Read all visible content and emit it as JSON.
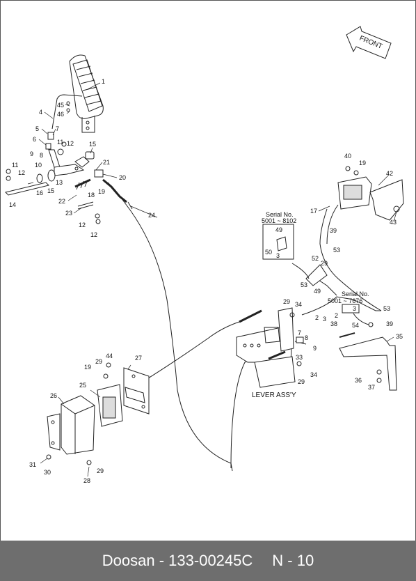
{
  "diagram": {
    "front_label": "FRONT",
    "lever_assy_label": "LEVER ASS'Y",
    "inset_1": {
      "serial_heading": "Serial No.",
      "serial_range": "5001 ~ 8102",
      "parts": [
        "49",
        "50",
        "3"
      ]
    },
    "inset_2": {
      "serial_heading": "Serial No.",
      "serial_range": "5001 ~ 7676",
      "parts": [
        "3"
      ]
    },
    "callouts": [
      {
        "id": "c1",
        "label": "1"
      },
      {
        "id": "c4",
        "label": "4"
      },
      {
        "id": "c45",
        "label": "45"
      },
      {
        "id": "c46",
        "label": "46"
      },
      {
        "id": "c5",
        "label": "5"
      },
      {
        "id": "c7",
        "label": "7"
      },
      {
        "id": "c6",
        "label": "6"
      },
      {
        "id": "c9a",
        "label": "9"
      },
      {
        "id": "c8a",
        "label": "8"
      },
      {
        "id": "c11a",
        "label": "11"
      },
      {
        "id": "c12a",
        "label": "12"
      },
      {
        "id": "c15a",
        "label": "15"
      },
      {
        "id": "c10",
        "label": "10"
      },
      {
        "id": "c21",
        "label": "21"
      },
      {
        "id": "c11b",
        "label": "11"
      },
      {
        "id": "c12b",
        "label": "12"
      },
      {
        "id": "c13",
        "label": "13"
      },
      {
        "id": "c20",
        "label": "20"
      },
      {
        "id": "c16",
        "label": "16"
      },
      {
        "id": "c15b",
        "label": "15"
      },
      {
        "id": "c19a",
        "label": "19"
      },
      {
        "id": "c18",
        "label": "18"
      },
      {
        "id": "c14",
        "label": "14"
      },
      {
        "id": "c22",
        "label": "22"
      },
      {
        "id": "c23",
        "label": "23"
      },
      {
        "id": "c12c",
        "label": "12"
      },
      {
        "id": "c12d",
        "label": "12"
      },
      {
        "id": "c24",
        "label": "24"
      },
      {
        "id": "c40",
        "label": "40"
      },
      {
        "id": "c19b",
        "label": "19"
      },
      {
        "id": "c42",
        "label": "42"
      },
      {
        "id": "c17",
        "label": "17"
      },
      {
        "id": "c43",
        "label": "43"
      },
      {
        "id": "c39a",
        "label": "39"
      },
      {
        "id": "c53a",
        "label": "53"
      },
      {
        "id": "c52",
        "label": "52"
      },
      {
        "id": "c29a",
        "label": "29"
      },
      {
        "id": "c53b",
        "label": "53"
      },
      {
        "id": "c49",
        "label": "49"
      },
      {
        "id": "c29b",
        "label": "29"
      },
      {
        "id": "c34a",
        "label": "34"
      },
      {
        "id": "c53c",
        "label": "53"
      },
      {
        "id": "c2",
        "label": "2"
      },
      {
        "id": "c3a",
        "label": "3"
      },
      {
        "id": "c38",
        "label": "38"
      },
      {
        "id": "c54",
        "label": "54"
      },
      {
        "id": "c39b",
        "label": "39"
      },
      {
        "id": "c7b",
        "label": "7"
      },
      {
        "id": "c8b",
        "label": "8"
      },
      {
        "id": "c9b",
        "label": "9"
      },
      {
        "id": "c2b",
        "label": "2"
      },
      {
        "id": "c3b",
        "label": "3"
      },
      {
        "id": "c35",
        "label": "35"
      },
      {
        "id": "c33",
        "label": "33"
      },
      {
        "id": "c29c",
        "label": "29"
      },
      {
        "id": "c34b",
        "label": "34"
      },
      {
        "id": "c36",
        "label": "36"
      },
      {
        "id": "c37",
        "label": "37"
      },
      {
        "id": "c27",
        "label": "27"
      },
      {
        "id": "c44",
        "label": "44"
      },
      {
        "id": "c29d",
        "label": "29"
      },
      {
        "id": "c19c",
        "label": "19"
      },
      {
        "id": "c25",
        "label": "25"
      },
      {
        "id": "c26",
        "label": "26"
      },
      {
        "id": "c31",
        "label": "31"
      },
      {
        "id": "c30",
        "label": "30"
      },
      {
        "id": "c28",
        "label": "28"
      },
      {
        "id": "c29e",
        "label": "29"
      }
    ]
  },
  "footer": {
    "part_number": "Doosan - 133-00245C",
    "page": "N - 10"
  }
}
